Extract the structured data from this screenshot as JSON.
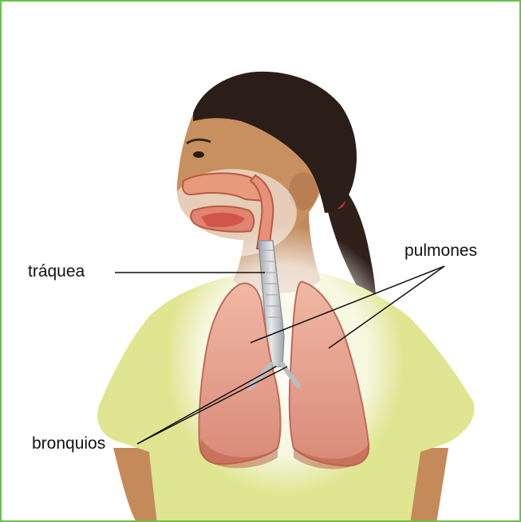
{
  "labels": {
    "trachea": "tráquea",
    "lungs": "pulmones",
    "bronchi": "bronquios"
  },
  "colors": {
    "frame_border": "#6cbf4a",
    "shirt": "#dfe590",
    "skin": "#c8905f",
    "hair": "#2b1d18",
    "lung": "#e9a892",
    "airway": "#c9cdd2",
    "hair_tie": "#c4263a"
  }
}
